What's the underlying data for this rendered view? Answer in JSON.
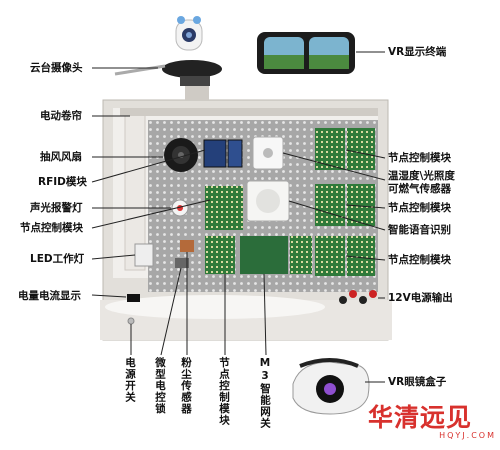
{
  "labels": {
    "ptz_camera": "云台摄像头",
    "electric_curtain": "电动卷帘",
    "exhaust_fan": "抽风风扇",
    "rfid_module": "RFID模块",
    "alarm_light": "声光报警灯",
    "node_control_left": "节点控制模块",
    "led_work_light": "LED工作灯",
    "power_display": "电量电流显示",
    "vr_terminal": "VR显示终端",
    "node_control_r1": "节点控制模块",
    "env_sensor_line1": "温湿度\\光照度",
    "env_sensor_line2": "可燃气传感器",
    "node_control_r2": "节点控制模块",
    "voice_recognition": "智能语音识别",
    "node_control_r3": "节点控制模块",
    "power_output": "12V电源输出",
    "vr_box": "VR眼镜盒子",
    "power_switch": "电源开关",
    "micro_lock": "微型电控锁",
    "dust_sensor": "粉尘传感器",
    "node_control_bottom": "节点控制模块",
    "m3_gateway": "M3智能网关"
  },
  "watermark": {
    "brand": "华清远见",
    "url": "HQYJ.COM"
  },
  "colors": {
    "frame": "#d7d3cd",
    "pegboard": "#9a9a9a",
    "pcb": "#2f7a3a",
    "brand_red": "#d8312d"
  }
}
